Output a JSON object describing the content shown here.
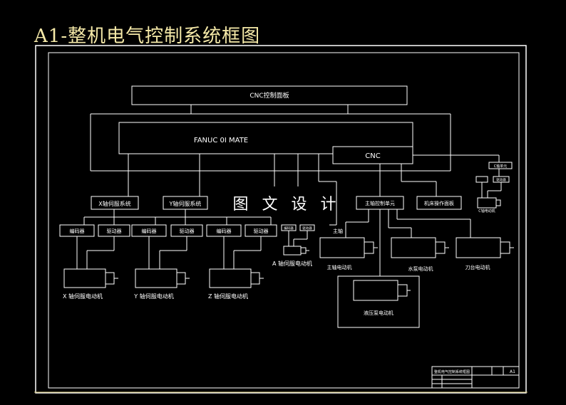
{
  "title": "A1-整机电气控制系统框图",
  "watermark": "图 文 设 计",
  "colors": {
    "background": "#000000",
    "lines": "#ffffff",
    "title": "#f5e9a8",
    "watermark": "#ffffff"
  },
  "blocks": {
    "cnc_panel": "CNC控制面板",
    "fanuc": "FANUC 0I MATE",
    "cnc": "CNC",
    "x_servo_system": "X轴伺服系统",
    "y_servo_system": "Y轴伺服系统",
    "x_encoder": "编码器",
    "x_driver": "驱动器",
    "y_encoder": "编码器",
    "y_driver": "驱动器",
    "z_encoder": "编码器",
    "z_driver": "驱动器",
    "a_encoder": "编码器",
    "a_driver": "驱动器",
    "spindle_unit": "主轴控制单元",
    "machine_panel": "机床操作面板",
    "c_unit": "C轴单元",
    "c_small": "驱动器",
    "hydraulic": "液压泵电动机"
  },
  "labels": {
    "x_motor": "X 轴伺服电动机",
    "y_motor": "Y 轴伺服电动机",
    "z_motor": "Z 轴伺服电动机",
    "a_motor": "A 轴伺服电动机",
    "spindle_text": "主轴",
    "spindle_motor": "主轴电动机",
    "pump_motor": "水泵电动机",
    "turret_motor": "刀台电动机",
    "c_motor": "C轴电动机"
  },
  "title_block": {
    "row1": "整机电气控制系统框图",
    "cell1": "",
    "cell2": "A1"
  }
}
